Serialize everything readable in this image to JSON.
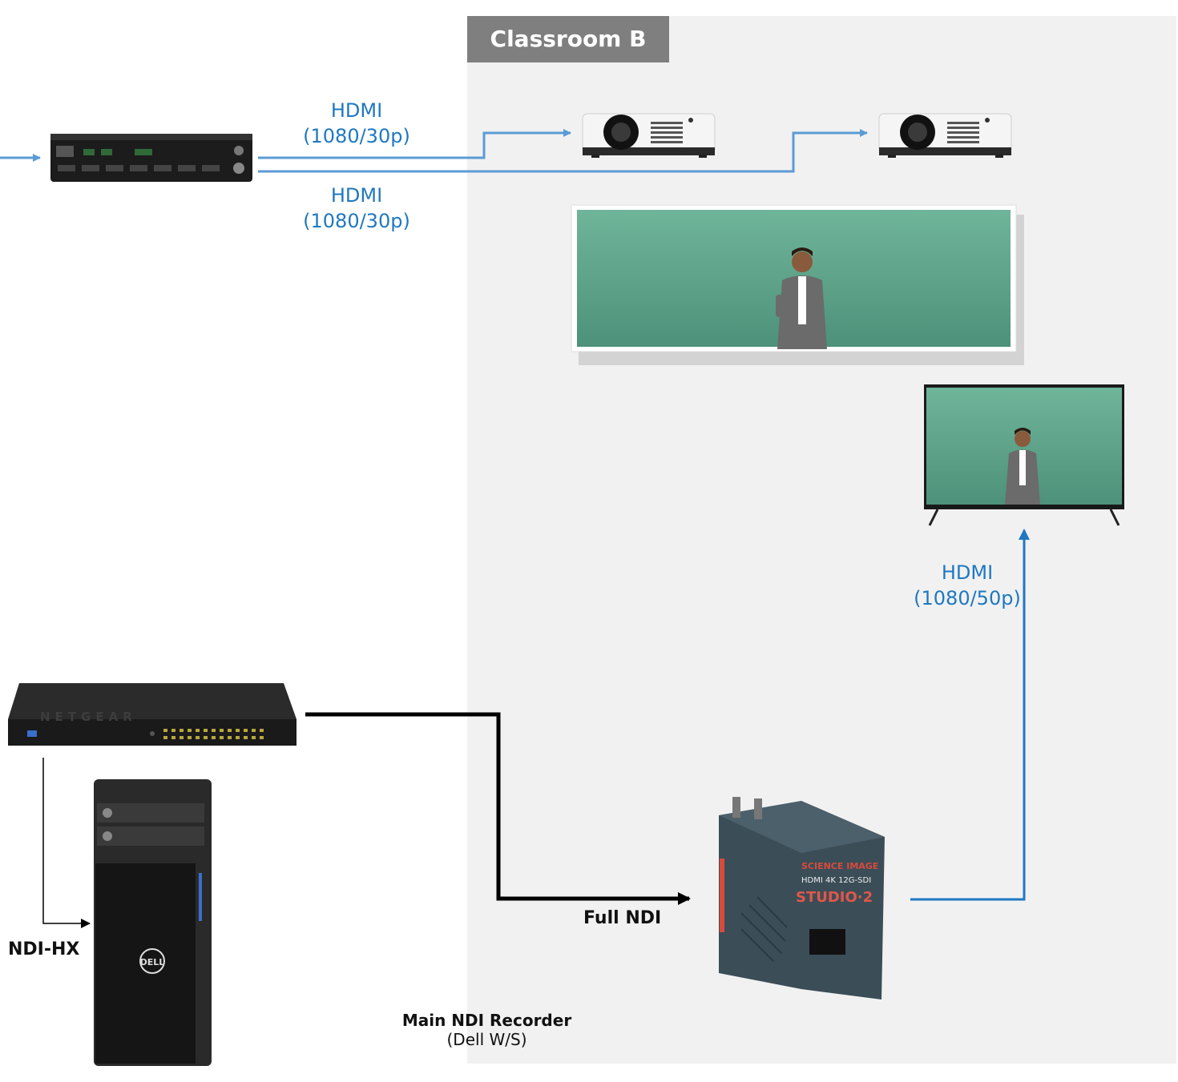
{
  "room": {
    "title": "Classroom B"
  },
  "links": {
    "hdmi_projector_1": {
      "line1": "HDMI",
      "line2": "(1080/30p)"
    },
    "hdmi_projector_2": {
      "line1": "HDMI",
      "line2": "(1080/30p)"
    },
    "hdmi_tv": {
      "line1": "HDMI",
      "line2": "(1080/50p)"
    },
    "full_ndi": "Full NDI",
    "ndi_hx": "NDI-HX"
  },
  "devices": {
    "recorder": {
      "title": "Main NDI Recorder",
      "subtitle": "(Dell W/S)"
    },
    "switch_brand": "NETGEAR",
    "workstation_brand": "DELL",
    "encoder_brand": "SCIENCE IMAGE",
    "encoder_spec": "HDMI 4K   12G-SDI",
    "encoder_model": "STUDIO·2"
  },
  "colors": {
    "link_blue": "#5b9bd5",
    "label_blue": "#1f78c1",
    "panel": "#f1f1f1",
    "title_bg": "#7f7f7f",
    "board": "#5fa58a"
  }
}
